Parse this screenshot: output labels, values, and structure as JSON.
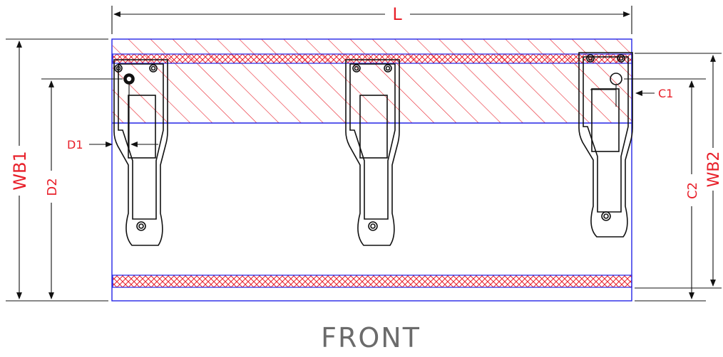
{
  "diagram": {
    "view_label": "FRONT",
    "dimensions": {
      "length": "L",
      "width_1": "WB1",
      "width_2": "WB2",
      "dist_1": "D1",
      "dist_2": "D2",
      "clear_1": "C1",
      "clear_2": "C2"
    },
    "colors": {
      "outline": "#2424e6",
      "hatch": "#e8202a",
      "label": "#e8202a",
      "line": "#111111",
      "caption": "#6b6b6b"
    }
  }
}
